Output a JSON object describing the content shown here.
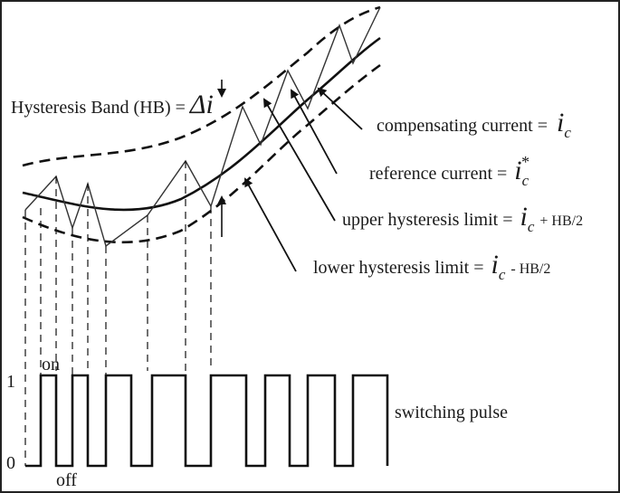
{
  "hysteresis_band": {
    "label": "Hysteresis Band (HB) = ",
    "symbol": "Δi"
  },
  "compensating": {
    "label": "compensating current  =",
    "symbol": "i",
    "sub": "c"
  },
  "reference": {
    "label": "reference current =",
    "symbol": "i",
    "sub": "c",
    "sup": "*"
  },
  "upper": {
    "label": "upper hysteresis limit =",
    "symbol": "i",
    "sub": "c",
    "suffix": "+ HB/2"
  },
  "lower": {
    "label": "lower hysteresis limit =",
    "symbol": "i",
    "sub": "c",
    "suffix": "- HB/2"
  },
  "pulse": {
    "label": "switching pulse",
    "level_high": "1",
    "level_low": "0",
    "on_label": "on",
    "off_label": "off"
  }
}
